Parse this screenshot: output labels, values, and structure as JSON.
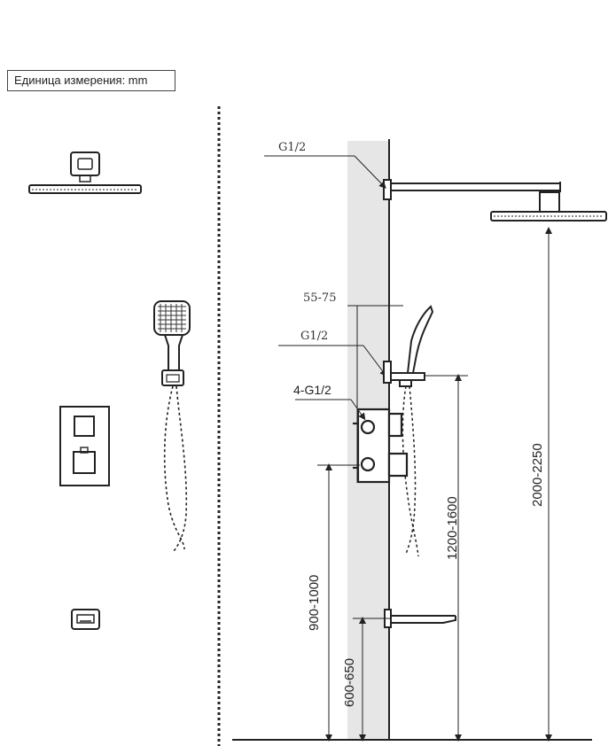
{
  "unit_label": "Единица измерения: mm",
  "labels": {
    "top_inlet": "G1/2",
    "wall_depth": "55-75",
    "middle_inlet": "G1/2",
    "valve_inlets": "4-G1/2"
  },
  "dimensions": {
    "valve_height": "900-1000",
    "spout_height": "600-650",
    "handshower_height": "1200-1600",
    "showerhead_height": "2000-2250"
  },
  "icons": [
    "showerhead-icon",
    "hand-shower-icon",
    "thermostatic-mixer-panel-icon",
    "bath-spout-icon"
  ]
}
